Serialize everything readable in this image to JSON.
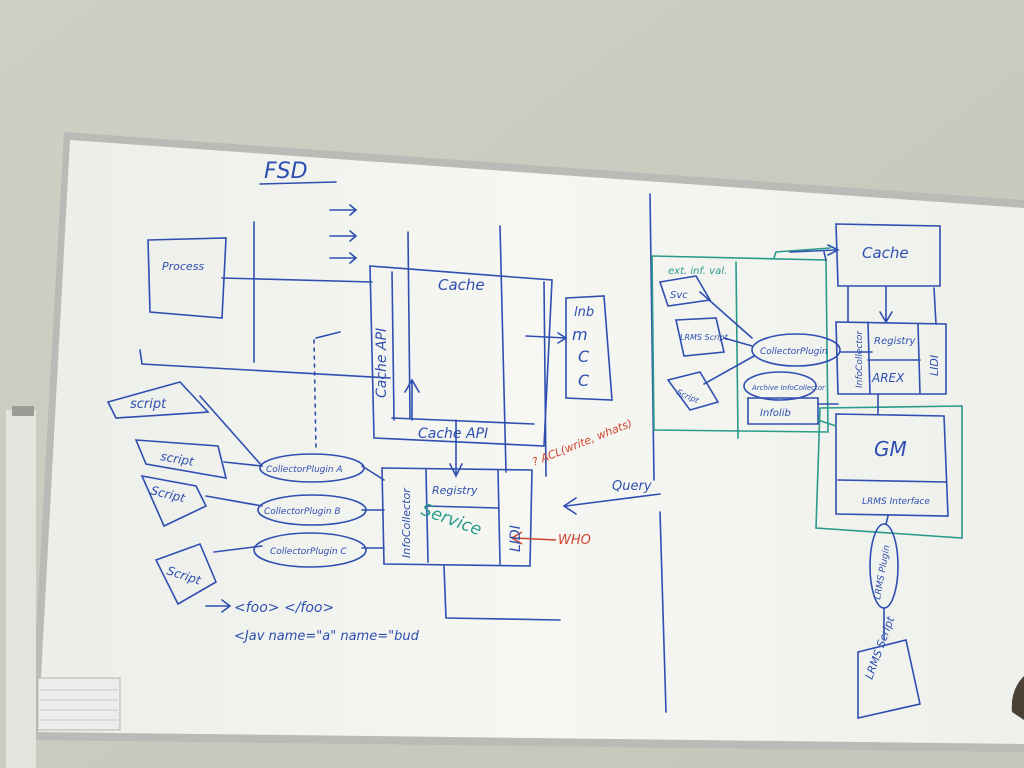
{
  "whiteboard": {
    "title": "FSD",
    "left": {
      "process": "Process",
      "cache": "Cache",
      "cache_api_vertical": "Cache API",
      "cache_api_bottom": "Cache API",
      "side_box": [
        "lnb",
        "m",
        "C",
        "C"
      ],
      "registry": "Registry",
      "service": "Service",
      "infocollector": "InfoCollector",
      "lidi": "LIDI",
      "acl_note": "? ACL(write, whats)",
      "who": "WHO",
      "query": "Query",
      "scripts": [
        "script",
        "script",
        "Script",
        "Script"
      ],
      "plugins": [
        "CollectorPlugin A",
        "CollectorPlugin B",
        "CollectorPlugin C"
      ],
      "xml_line1": "<foo> </foo>",
      "xml_line2": "<Jav name=\"a\"    name=\"bud"
    },
    "right": {
      "ext_label": "ext. inf. val.",
      "svc": "Svc",
      "lrms_script_small": "LRMS Script",
      "script_small": "Script",
      "collector_plugin": "CollectorPlugin",
      "archive_collector": "Archive InfoCollector",
      "infolib": "Infolib",
      "cache": "Cache",
      "infocollector": "InfoCollector",
      "registry": "Registry",
      "arex": "AREX",
      "lidi": "LIDI",
      "gm": "GM",
      "lrms_interface": "LRMS Interface",
      "lrms_plugin": "LRMS Plugin",
      "lrms_script": "LRMS Script"
    }
  },
  "colors": {
    "marker_blue": "#2f4fb0",
    "marker_teal": "#2a9a8a",
    "marker_red": "#d0452e",
    "board": "#f4f5f1",
    "wall": "#cfd1c6"
  }
}
